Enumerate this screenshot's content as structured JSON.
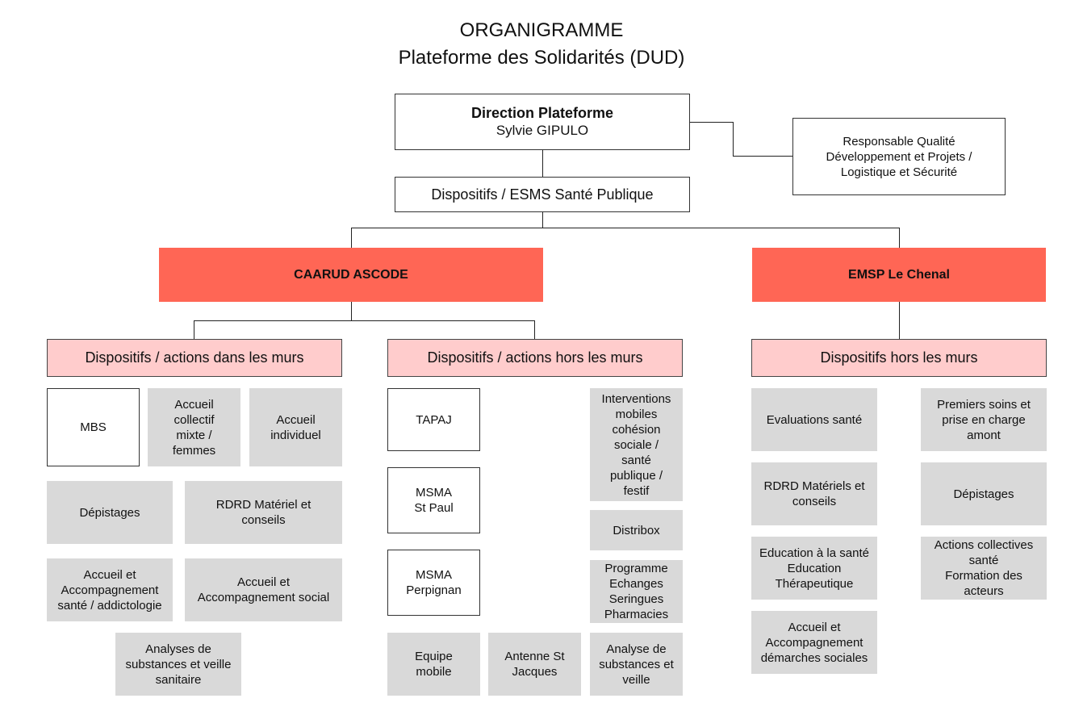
{
  "title": {
    "line1": "ORGANIGRAMME",
    "line2": "Plateforme des Solidarités (DUD)"
  },
  "direction": {
    "title": "Direction Plateforme",
    "name": "Sylvie GIPULO"
  },
  "quality": "Responsable Qualité\nDéveloppement et Projets /\nLogistique et Sécurité",
  "esms": "Dispositifs / ESMS Santé Publique",
  "caarud": {
    "title": "CAARUD ASCODE",
    "in_walls": {
      "header": "Dispositifs / actions dans les murs",
      "mbs": "MBS",
      "accueil_collectif": "Accueil\ncollectif\nmixte /\nfemmes",
      "accueil_individuel": "Accueil\nindividuel",
      "depistages": "Dépistages",
      "rdrd": "RDRD Matériel et\nconseils",
      "accueil_sante": "Accueil et\nAccompagnement\nsanté / addictologie",
      "accueil_social": "Accueil et\nAccompagnement social",
      "analyses": "Analyses de\nsubstances et veille\nsanitaire"
    },
    "out_walls": {
      "header": "Dispositifs / actions hors les murs",
      "tapaj": "TAPAJ",
      "msma_stpaul": "MSMA\nSt Paul",
      "msma_perpignan": "MSMA\nPerpignan",
      "equipe_mobile": "Equipe\nmobile",
      "antenne": "Antenne St\nJacques",
      "interventions": "Interventions\nmobiles\ncohésion\nsociale /\nsanté\npublique /\nfestif",
      "distribox": "Distribox",
      "programme": "Programme\nEchanges\nSeringues\nPharmacies",
      "analyse": "Analyse de\nsubstances et\nveille"
    }
  },
  "emsp": {
    "title": "EMSP Le Chenal",
    "out_walls": {
      "header": "Dispositifs hors les murs",
      "evaluations": "Evaluations santé",
      "rdrd": "RDRD Matériels et\nconseils",
      "education": "Education à la santé\nEducation\nThérapeutique",
      "accueil": "Accueil et\nAccompagnement\ndémarches sociales",
      "premiers_soins": "Premiers soins et\nprise en charge\namont",
      "depistages": "Dépistages",
      "actions": "Actions collectives\nsanté\nFormation des\nacteurs"
    }
  },
  "colors": {
    "header_red": "#ff6655",
    "subheader_pink": "#ffcccc",
    "item_gray": "#d9d9d9"
  }
}
